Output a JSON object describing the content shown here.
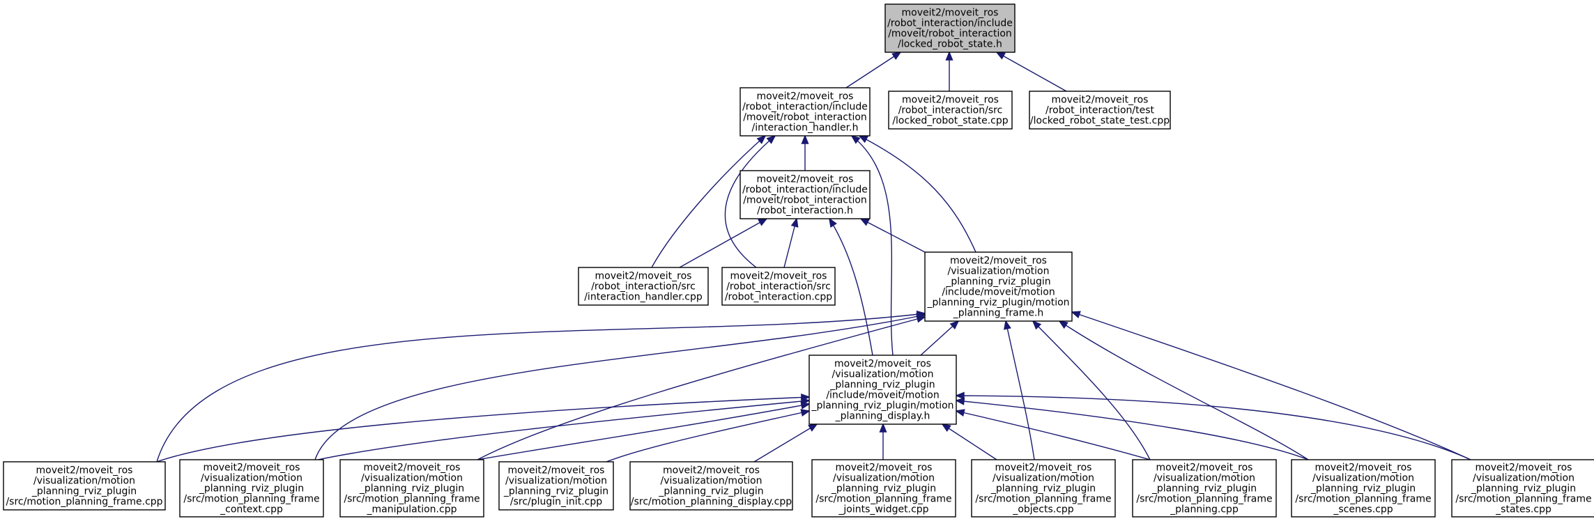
{
  "diagram": {
    "type": "include-dependency-graph",
    "colors": {
      "edge": "#191970",
      "root_fill": "#bfbfbf",
      "node_fill": "#ffffff",
      "border": "#000000"
    },
    "nodes": {
      "root": {
        "lines": [
          "moveit2/moveit_ros",
          "/robot_interaction/include",
          "/moveit/robot_interaction",
          "/locked_robot_state.h"
        ]
      },
      "ihh": {
        "lines": [
          "moveit2/moveit_ros",
          "/robot_interaction/include",
          "/moveit/robot_interaction",
          "/interaction_handler.h"
        ]
      },
      "lrs_cpp": {
        "lines": [
          "moveit2/moveit_ros",
          "/robot_interaction/src",
          "/locked_robot_state.cpp"
        ]
      },
      "lrs_test": {
        "lines": [
          "moveit2/moveit_ros",
          "/robot_interaction/test",
          "/locked_robot_state_test.cpp"
        ]
      },
      "rih": {
        "lines": [
          "moveit2/moveit_ros",
          "/robot_interaction/include",
          "/moveit/robot_interaction",
          "/robot_interaction.h"
        ]
      },
      "ih_cpp": {
        "lines": [
          "moveit2/moveit_ros",
          "/robot_interaction/src",
          "/interaction_handler.cpp"
        ]
      },
      "ri_cpp": {
        "lines": [
          "moveit2/moveit_ros",
          "/robot_interaction/src",
          "/robot_interaction.cpp"
        ]
      },
      "mpf_h": {
        "lines": [
          "moveit2/moveit_ros",
          "/visualization/motion",
          "_planning_rviz_plugin",
          "/include/moveit/motion",
          "_planning_rviz_plugin/motion",
          "_planning_frame.h"
        ]
      },
      "mpd_h": {
        "lines": [
          "moveit2/moveit_ros",
          "/visualization/motion",
          "_planning_rviz_plugin",
          "/include/moveit/motion",
          "_planning_rviz_plugin/motion",
          "_planning_display.h"
        ]
      },
      "f_frame": {
        "lines": [
          "moveit2/moveit_ros",
          "/visualization/motion",
          "_planning_rviz_plugin",
          "/src/motion_planning_frame.cpp"
        ]
      },
      "f_context": {
        "lines": [
          "moveit2/moveit_ros",
          "/visualization/motion",
          "_planning_rviz_plugin",
          "/src/motion_planning_frame",
          "_context.cpp"
        ]
      },
      "f_manip": {
        "lines": [
          "moveit2/moveit_ros",
          "/visualization/motion",
          "_planning_rviz_plugin",
          "/src/motion_planning_frame",
          "_manipulation.cpp"
        ]
      },
      "f_init": {
        "lines": [
          "moveit2/moveit_ros",
          "/visualization/motion",
          "_planning_rviz_plugin",
          "/src/plugin_init.cpp"
        ]
      },
      "f_display": {
        "lines": [
          "moveit2/moveit_ros",
          "/visualization/motion",
          "_planning_rviz_plugin",
          "/src/motion_planning_display.cpp"
        ]
      },
      "f_joints": {
        "lines": [
          "moveit2/moveit_ros",
          "/visualization/motion",
          "_planning_rviz_plugin",
          "/src/motion_planning_frame",
          "_joints_widget.cpp"
        ]
      },
      "f_objects": {
        "lines": [
          "moveit2/moveit_ros",
          "/visualization/motion",
          "_planning_rviz_plugin",
          "/src/motion_planning_frame",
          "_objects.cpp"
        ]
      },
      "f_planning": {
        "lines": [
          "moveit2/moveit_ros",
          "/visualization/motion",
          "_planning_rviz_plugin",
          "/src/motion_planning_frame",
          "_planning.cpp"
        ]
      },
      "f_scenes": {
        "lines": [
          "moveit2/moveit_ros",
          "/visualization/motion",
          "_planning_rviz_plugin",
          "/src/motion_planning_frame",
          "_scenes.cpp"
        ]
      },
      "f_states": {
        "lines": [
          "moveit2/moveit_ros",
          "/visualization/motion",
          "_planning_rviz_plugin",
          "/src/motion_planning_frame",
          "_states.cpp"
        ]
      }
    },
    "edges": [
      [
        "root",
        "ihh"
      ],
      [
        "root",
        "lrs_cpp"
      ],
      [
        "root",
        "lrs_test"
      ],
      [
        "ihh",
        "rih"
      ],
      [
        "ihh",
        "ih_cpp"
      ],
      [
        "ihh",
        "ri_cpp"
      ],
      [
        "ihh",
        "mpf_h"
      ],
      [
        "ihh",
        "mpd_h"
      ],
      [
        "rih",
        "ih_cpp"
      ],
      [
        "rih",
        "ri_cpp"
      ],
      [
        "rih",
        "mpf_h"
      ],
      [
        "rih",
        "mpd_h"
      ],
      [
        "mpf_h",
        "mpd_h"
      ],
      [
        "mpf_h",
        "f_frame"
      ],
      [
        "mpf_h",
        "f_context"
      ],
      [
        "mpf_h",
        "f_manip"
      ],
      [
        "mpf_h",
        "f_objects"
      ],
      [
        "mpf_h",
        "f_planning"
      ],
      [
        "mpf_h",
        "f_scenes"
      ],
      [
        "mpf_h",
        "f_states"
      ],
      [
        "mpd_h",
        "f_frame"
      ],
      [
        "mpd_h",
        "f_context"
      ],
      [
        "mpd_h",
        "f_manip"
      ],
      [
        "mpd_h",
        "f_init"
      ],
      [
        "mpd_h",
        "f_display"
      ],
      [
        "mpd_h",
        "f_joints"
      ],
      [
        "mpd_h",
        "f_objects"
      ],
      [
        "mpd_h",
        "f_planning"
      ],
      [
        "mpd_h",
        "f_scenes"
      ],
      [
        "mpd_h",
        "f_states"
      ]
    ]
  }
}
